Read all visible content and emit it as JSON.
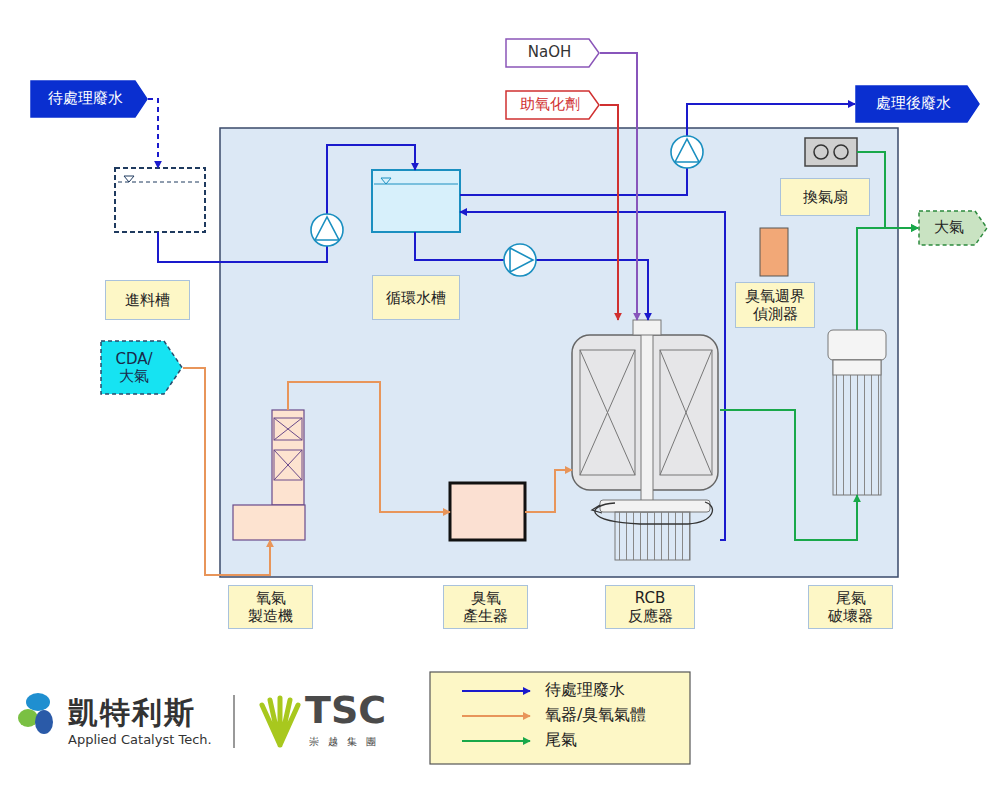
{
  "diagram": {
    "nodes": [
      {
        "text": [
          "待處理廢水"
        ]
      },
      {
        "text": [
          "NaOH"
        ]
      },
      {
        "text": [
          "助氧化劑"
        ]
      },
      {
        "text": [
          "處理後廢水"
        ]
      },
      {
        "text": [
          "大氣"
        ]
      },
      {
        "text": [
          "CDA/ 大氣"
        ]
      },
      {
        "text": [
          "進料槽"
        ]
      },
      {
        "text": [
          "循環水槽"
        ]
      },
      {
        "text": [
          "換氣扇"
        ]
      },
      {
        "text": [
          "臭氧週界 偵測器"
        ]
      },
      {
        "text": [
          "氧氣 製造機"
        ]
      },
      {
        "text": [
          "臭氧 產生器"
        ]
      },
      {
        "text": [
          "RCB 反應器"
        ]
      },
      {
        "text": [
          "尾氣 破壞器"
        ]
      }
    ],
    "edges": [
      {
        "from": 0,
        "to": 6,
        "arrow": "to"
      },
      {
        "from": 6,
        "to": 7,
        "arrow": "to"
      },
      {
        "from": 7,
        "to": 12,
        "arrow": "to"
      },
      {
        "from": 7,
        "to": 3,
        "arrow": "to"
      },
      {
        "from": 12,
        "to": 7,
        "arrow": "to"
      },
      {
        "from": 1,
        "to": 12,
        "arrow": "to"
      },
      {
        "from": 2,
        "to": 12,
        "arrow": "to"
      },
      {
        "from": 5,
        "to": 10,
        "arrow": "to"
      },
      {
        "from": 10,
        "to": 11,
        "arrow": "to"
      },
      {
        "from": 11,
        "to": 12,
        "arrow": "to"
      },
      {
        "from": 12,
        "to": 13,
        "arrow": "to"
      },
      {
        "from": 13,
        "to": 4,
        "arrow": "to"
      },
      {
        "from": 8,
        "to": 4,
        "arrow": "to"
      }
    ],
    "labels": [
      "凱特利斯",
      "Applied Catalyst Tech.",
      "TSC",
      "崇越集團"
    ],
    "legend": [
      {
        "text": "待處理廢水"
      },
      {
        "text": "氧器/臭氧氣體"
      },
      {
        "text": "尾氣"
      }
    ]
  }
}
